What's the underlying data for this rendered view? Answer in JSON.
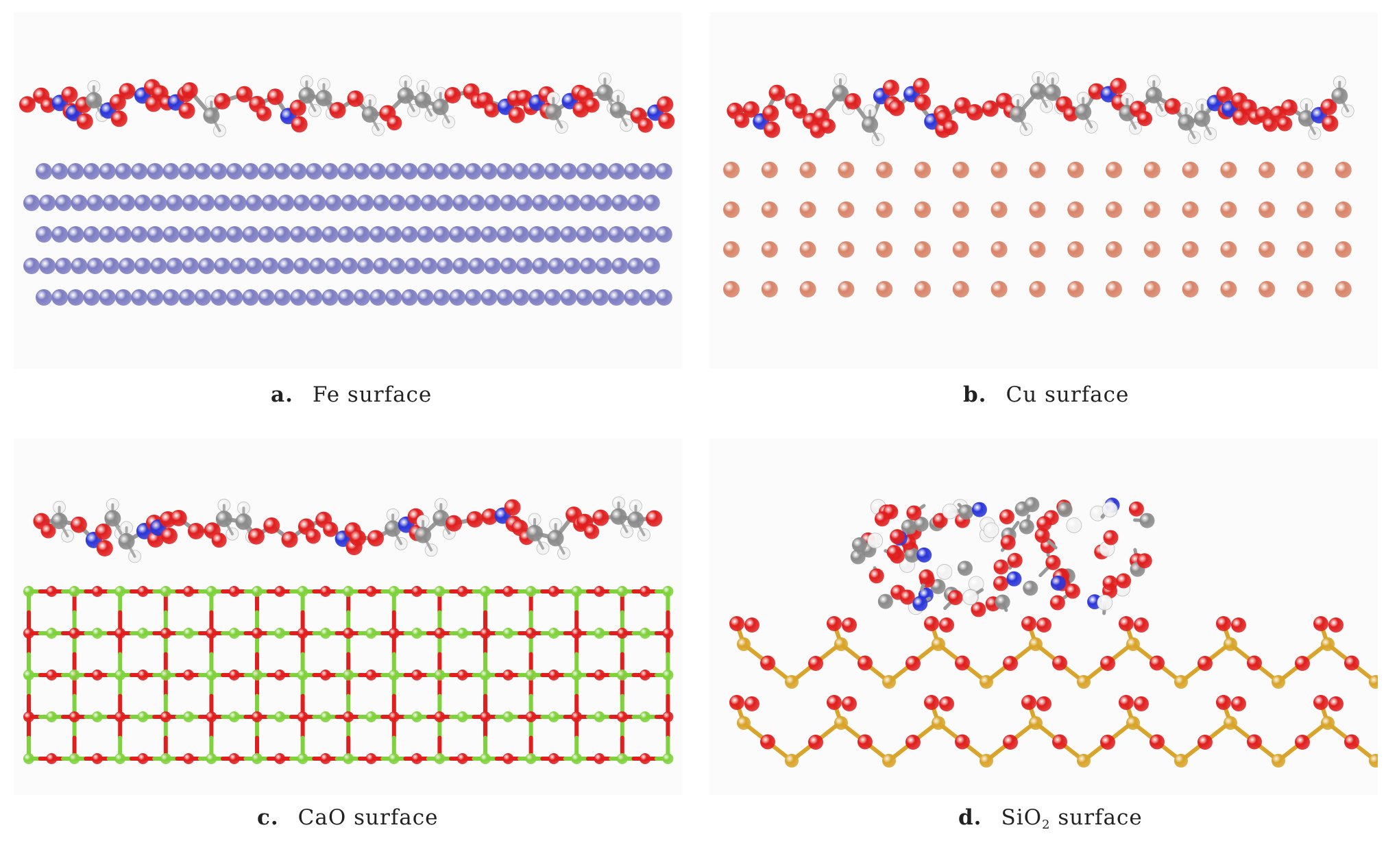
{
  "panels": [
    {
      "label": "a.",
      "caption": "Fe surface"
    },
    {
      "label": "b.",
      "caption": "Cu surface"
    },
    {
      "label": "c.",
      "caption": "CaO surface"
    },
    {
      "label": "d.",
      "caption_pre": "SiO",
      "caption_sub": "2",
      "caption_post": " surface"
    }
  ],
  "colors": {
    "oxygen": "#e01e1e",
    "nitrogen": "#2a35d8",
    "carbon": "#8a8a8a",
    "hydrogen": "#f2f2f2",
    "iron": "#7c7cc2",
    "copper": "#d88468",
    "calcium": "#7fd23c",
    "silicon": "#d9a42a"
  }
}
